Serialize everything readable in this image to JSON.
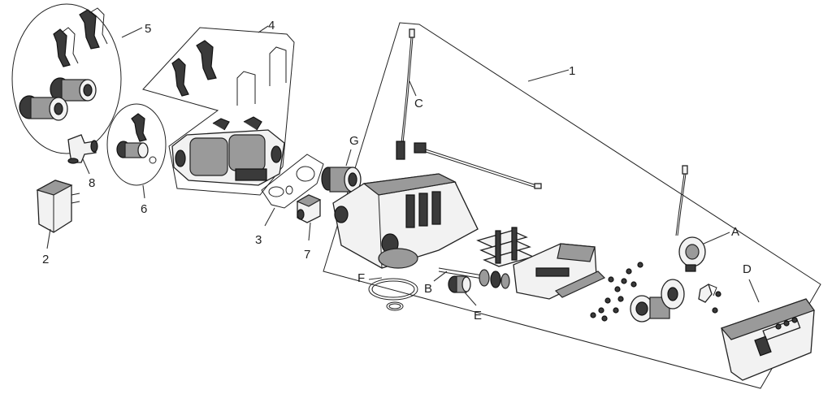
{
  "diagram": {
    "labels": {
      "l1": "1",
      "l2": "2",
      "l3": "3",
      "l4": "4",
      "l5": "5",
      "l6": "6",
      "l7": "7",
      "l8": "8",
      "lA": "A",
      "lB": "B",
      "lC": "C",
      "lD": "D",
      "lE": "E",
      "lF": "F",
      "lG": "G"
    }
  }
}
